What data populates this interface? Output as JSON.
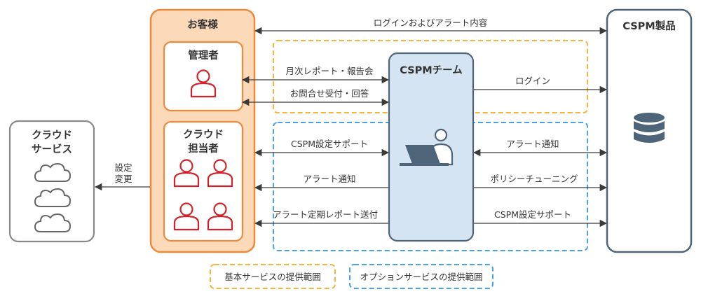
{
  "cloud_service": {
    "title_line1": "クラウド",
    "title_line2": "サービス",
    "colors": {
      "border": "#888888",
      "cloud": "#666666"
    },
    "icon": "cloud-icon"
  },
  "customer": {
    "title": "お客様",
    "colors": {
      "fill": "#fcd9b8",
      "border": "#ef8a3c"
    },
    "admin": {
      "title": "管理者",
      "icon": "person-icon"
    },
    "cloud_staff": {
      "title_line1": "クラウド",
      "title_line2": "担当者",
      "icon": "person-icon"
    },
    "person_color": "#d2232a"
  },
  "cspm_team": {
    "title": "CSPMチーム",
    "colors": {
      "fill": "#d5e4f2",
      "border": "#4e6478"
    },
    "icon": "laptop-user-icon"
  },
  "cspm_product": {
    "title": "CSPM製品",
    "colors": {
      "border": "#4e6478",
      "icon": "#4e6478"
    },
    "icon": "database-icon"
  },
  "arrows": {
    "settings_change_line1": "設定",
    "settings_change_line2": "変更",
    "login_and_alert": "ログインおよびアラート内容",
    "monthly_report": "月次レポート・報告会",
    "inquiry": "お問合せ受付・回答",
    "login": "ログイン",
    "cspm_settings_support_left": "CSPM設定サポート",
    "alert_notify_left": "アラート通知",
    "alert_report": "アラート定期レポート送付",
    "alert_notify_right": "アラート通知",
    "policy_tuning": "ポリシーチューニング",
    "cspm_settings_support_right": "CSPM設定サポート"
  },
  "legend": {
    "basic": {
      "label": "基本サービスの提供範囲",
      "color": "#f5b43c"
    },
    "option": {
      "label": "オプションサービスの提供範囲",
      "color": "#4aa3df"
    }
  }
}
